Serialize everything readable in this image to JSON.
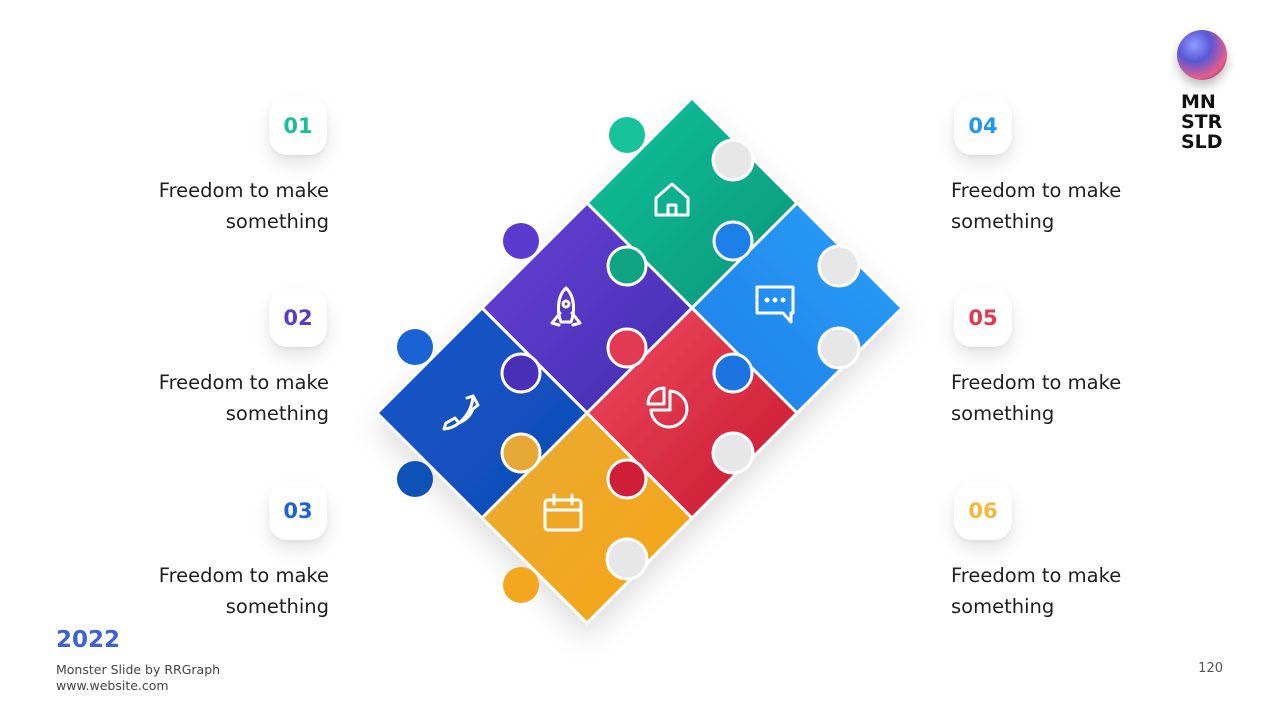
{
  "brand": {
    "logo_lines": [
      "MN",
      "STR",
      "SLD"
    ]
  },
  "items": [
    {
      "number": "01",
      "text_lines": [
        "Freedom to make",
        "something"
      ],
      "color": "#1abf9a"
    },
    {
      "number": "02",
      "text_lines": [
        "Freedom to make",
        "something"
      ],
      "color": "#5b3cc4"
    },
    {
      "number": "03",
      "text_lines": [
        "Freedom to make",
        "something"
      ],
      "color": "#1c63d6"
    },
    {
      "number": "04",
      "text_lines": [
        "Freedom to make",
        "something"
      ],
      "color": "#2196f3"
    },
    {
      "number": "05",
      "text_lines": [
        "Freedom to make",
        "something"
      ],
      "color": "#e0384f"
    },
    {
      "number": "06",
      "text_lines": [
        "Freedom to make",
        "something"
      ],
      "color": "#f5b63e"
    }
  ],
  "puzzle": {
    "pieces": [
      {
        "name": "home",
        "icon": "home-icon",
        "color_a": "#12c49a",
        "color_b": "#07957a"
      },
      {
        "name": "rocket",
        "icon": "rocket-icon",
        "color_a": "#6b3fd8",
        "color_b": "#3f2fae"
      },
      {
        "name": "chat",
        "icon": "chat-icon",
        "color_a": "#1f7fe8",
        "color_b": "#2aa0f8"
      },
      {
        "name": "phone",
        "icon": "phone-icon",
        "color_a": "#1a55c9",
        "color_b": "#0d4db5"
      },
      {
        "name": "chart",
        "icon": "pie-chart-icon",
        "color_a": "#ee4a5f",
        "color_b": "#c8182f"
      },
      {
        "name": "calendar",
        "icon": "calendar-icon",
        "color_a": "#e9ab36",
        "color_b": "#f6a514"
      }
    ]
  },
  "footer": {
    "year": "2022",
    "credit_line1": "Monster Slide  by RRGraph",
    "credit_line2": "www.website.com",
    "page_number": "120"
  }
}
